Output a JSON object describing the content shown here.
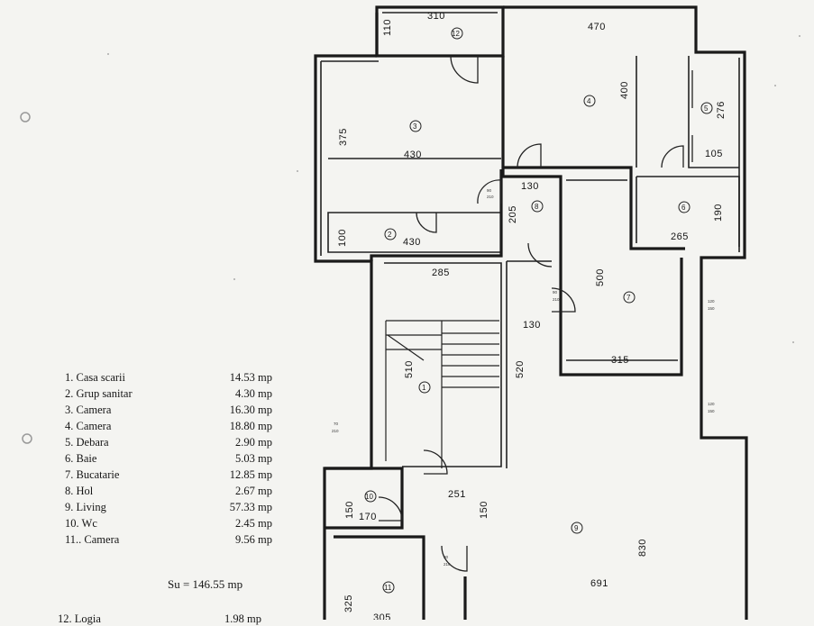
{
  "dimensions": {
    "d310": "310",
    "d110": "110",
    "d470": "470",
    "d400": "400",
    "d276": "276",
    "d105": "105",
    "d375": "375",
    "d430a": "430",
    "d130a": "130",
    "d205": "205",
    "d190": "190",
    "d265": "265",
    "d100": "100",
    "d430b": "430",
    "d285": "285",
    "d500": "500",
    "d130b": "130",
    "d315": "315",
    "d510": "510",
    "d520": "520",
    "d251": "251",
    "d150a": "150",
    "d150b": "150",
    "d170": "170",
    "d830": "830",
    "d691": "691",
    "d325": "325",
    "d305": "305"
  },
  "room_numbers": {
    "r1": "1",
    "r2": "2",
    "r3": "3",
    "r4": "4",
    "r5": "5",
    "r6": "6",
    "r7": "7",
    "r8": "8",
    "r9": "9",
    "r10": "10",
    "r11": "11",
    "r12": "12"
  },
  "legend": {
    "items": [
      {
        "name": "1. Casa scarii",
        "area": "14.53 mp"
      },
      {
        "name": "2. Grup sanitar",
        "area": "4.30 mp"
      },
      {
        "name": "3. Camera",
        "area": "16.30 mp"
      },
      {
        "name": "4. Camera",
        "area": "18.80 mp"
      },
      {
        "name": "5. Debara",
        "area": "2.90 mp"
      },
      {
        "name": "6. Baie",
        "area": "5.03 mp"
      },
      {
        "name": "7. Bucatarie",
        "area": "12.85 mp"
      },
      {
        "name": "8. Hol",
        "area": "2.67 mp"
      },
      {
        "name": "9. Living",
        "area": "57.33 mp"
      },
      {
        "name": "10. Wc",
        "area": "2.45 mp"
      },
      {
        "name": "11.. Camera",
        "area": "9.56 mp"
      }
    ],
    "total": "Su = 146.55 mp",
    "extra_name": "12. Logia",
    "extra_area": "1.98 mp"
  }
}
